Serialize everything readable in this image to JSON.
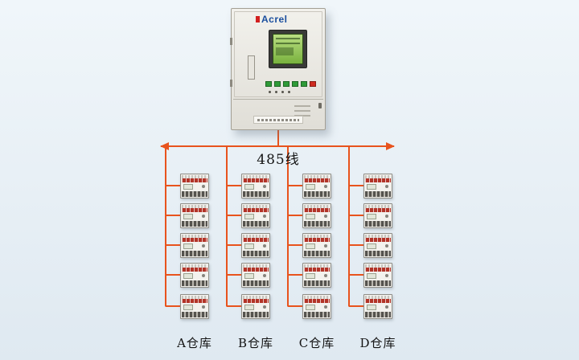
{
  "panel": {
    "brand": "Acrel",
    "brand_color": "#1a4e9e",
    "screen_color": "#79b23e"
  },
  "bus": {
    "label": "485线",
    "wire_color": "#e8531d"
  },
  "device": {
    "band_color": "#b23327",
    "body_color": "#f3f2ee"
  },
  "columns": [
    {
      "id": "A",
      "label": "A仓库",
      "devices": 5
    },
    {
      "id": "B",
      "label": "B仓库",
      "devices": 5
    },
    {
      "id": "C",
      "label": "C仓库",
      "devices": 5
    },
    {
      "id": "D",
      "label": "D仓库",
      "devices": 5
    }
  ]
}
